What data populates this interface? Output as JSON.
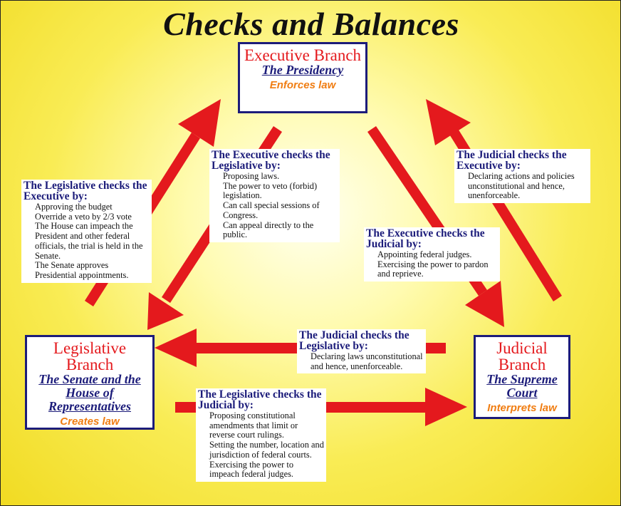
{
  "title": "Checks and Balances",
  "colors": {
    "arrow": "#e4191d",
    "branch_name": "#e4191d",
    "navy": "#1c1c7a",
    "role": "#f07d12"
  },
  "branches": {
    "executive": {
      "name": "Executive Branch",
      "subtitle": "The Presidency",
      "role": "Enforces law"
    },
    "legislative": {
      "name": "Legislative Branch",
      "subtitle": "The Senate and the House of Representatives",
      "role": "Creates law"
    },
    "judicial": {
      "name": "Judicial Branch",
      "subtitle": "The Supreme Court",
      "role": "Interprets law"
    }
  },
  "checks": [
    {
      "id": "leg-exec",
      "heading": "The Legislative checks the Executive by:",
      "items": [
        "Approving the budget",
        "Override a veto by 2/3 vote",
        "The House can impeach the President and other federal officials, the trial is held in the Senate.",
        "The Senate approves Presidential appointments."
      ]
    },
    {
      "id": "exec-leg",
      "heading": "The Executive checks the Legislative by:",
      "items": [
        "Proposing laws.",
        "The power to veto (forbid) legislation.",
        "Can call special sessions of Congress.",
        "Can appeal directly to the public."
      ]
    },
    {
      "id": "jud-exec",
      "heading": "The Judicial checks the Executive by:",
      "items": [
        "Declaring actions and policies unconstitutional and hence, unenforceable."
      ]
    },
    {
      "id": "exec-jud",
      "heading": "The Executive checks the Judicial by:",
      "items": [
        "Appointing federal judges.",
        "Exercising the power to pardon and reprieve."
      ]
    },
    {
      "id": "jud-leg",
      "heading": "The Judicial checks the Legislative by:",
      "items": [
        "Declaring laws unconstitutional and hence, unenforceable."
      ]
    },
    {
      "id": "leg-jud",
      "heading": "The Legislative checks the Judicial by:",
      "items": [
        "Proposing constitutional amendments that limit or reverse court rulings.",
        "Setting the number, location and jurisdiction of federal courts.",
        "Exercising the power to impeach federal judges."
      ]
    }
  ]
}
